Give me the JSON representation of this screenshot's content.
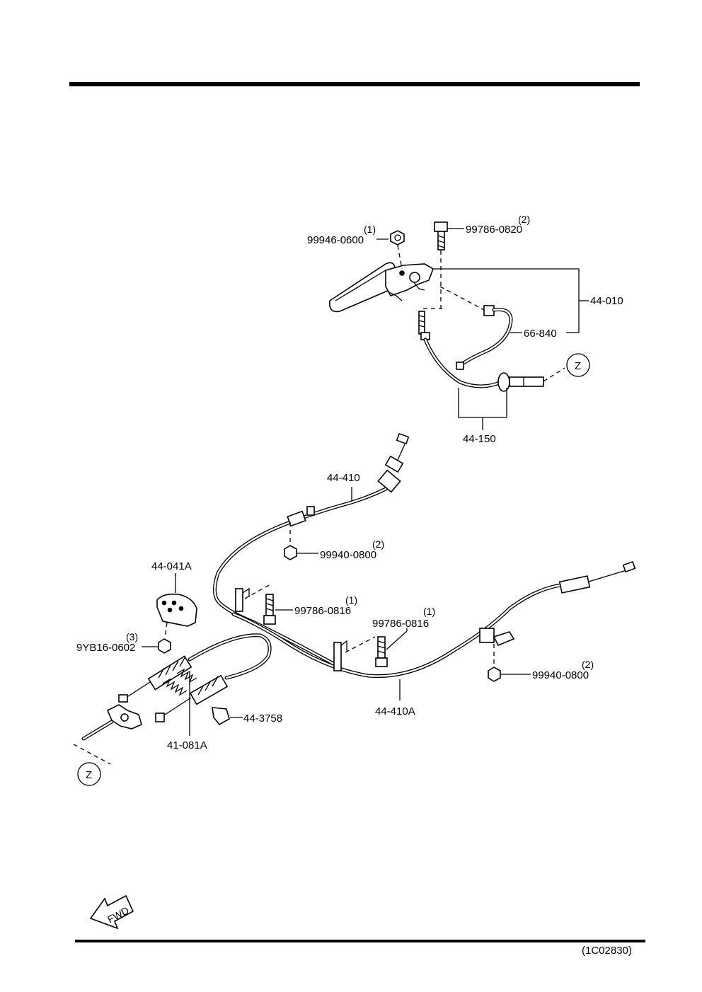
{
  "parts": {
    "p_44_010": "44-010",
    "p_66_840": "66-840",
    "p_44_150": "44-150",
    "p_99946_0600": "99946-0600",
    "p_99946_0600_qty": "(1)",
    "p_99786_0820": "99786-0820",
    "p_99786_0820_qty": "(2)",
    "p_44_410": "44-410",
    "p_99940_0800_a": "99940-0800",
    "p_99940_0800_a_qty": "(2)",
    "p_44_041A": "44-041A",
    "p_99786_0816_a": "99786-0816",
    "p_99786_0816_a_qty": "(1)",
    "p_99786_0816_b": "99786-0816",
    "p_99786_0816_b_qty": "(1)",
    "p_9YB16_0602": "9YB16-0602",
    "p_9YB16_0602_qty": "(3)",
    "p_99940_0800_b": "99940-0800",
    "p_99940_0800_b_qty": "(2)",
    "p_44_410A": "44-410A",
    "p_44_3758": "44-3758",
    "p_41_081A": "41-081A"
  },
  "ref_z_top": "Z",
  "ref_z_bottom": "Z",
  "fwd_label": "FWD",
  "drawing_code": "(1C02830)"
}
